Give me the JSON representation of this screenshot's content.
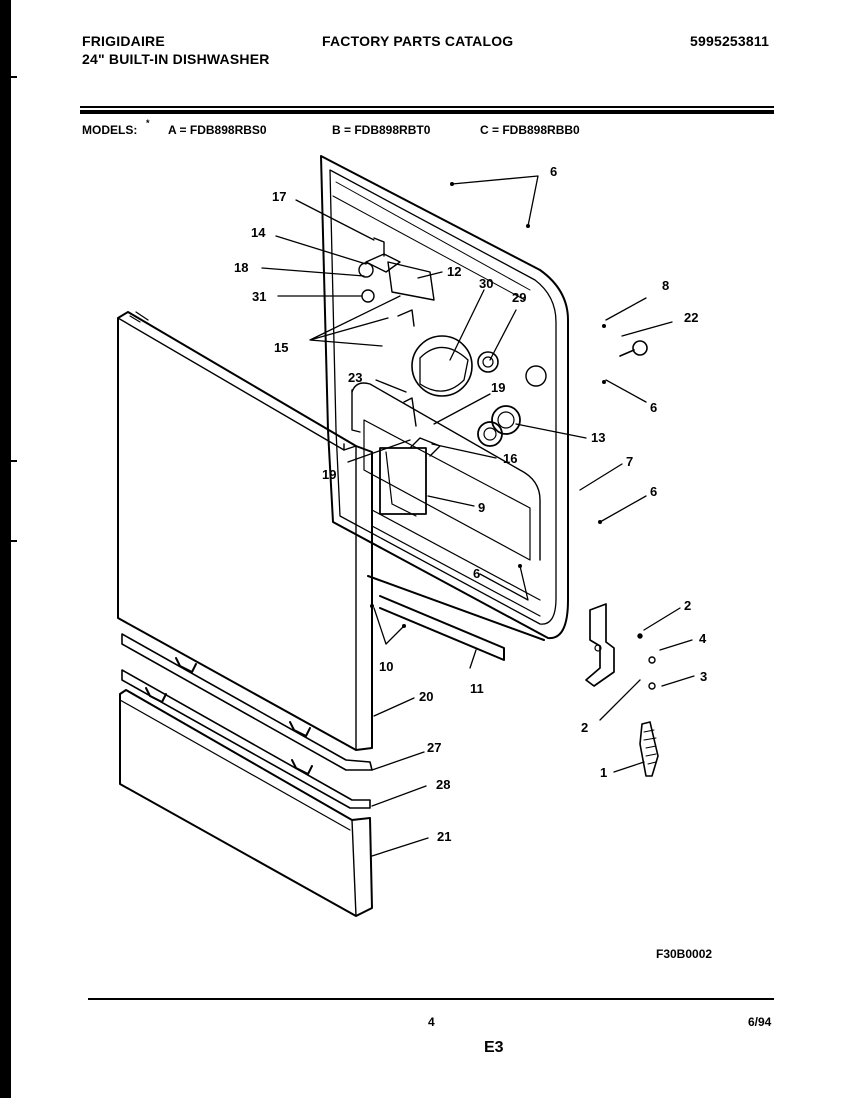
{
  "header": {
    "brand": "FRIGIDAIRE",
    "catalog_title": "FACTORY PARTS CATALOG",
    "catalog_number": "5995253811",
    "product": "24\" BUILT-IN DISHWASHER"
  },
  "models": {
    "label": "MODELS:",
    "marker": "*",
    "a": "A = FDB898RBS0",
    "b": "B = FDB898RBT0",
    "c": "C = FDB898RBB0"
  },
  "diagram": {
    "figure_code": "F30B0002",
    "callouts": [
      "17",
      "14",
      "18",
      "31",
      "15",
      "12",
      "30",
      "29",
      "23",
      "19",
      "19",
      "16",
      "13",
      "9",
      "6",
      "6",
      "6",
      "6",
      "8",
      "22",
      "7",
      "10",
      "11",
      "20",
      "27",
      "28",
      "21",
      "2",
      "2",
      "4",
      "3",
      "1"
    ]
  },
  "footer": {
    "page_number": "4",
    "section": "E3",
    "date": "6/94"
  }
}
